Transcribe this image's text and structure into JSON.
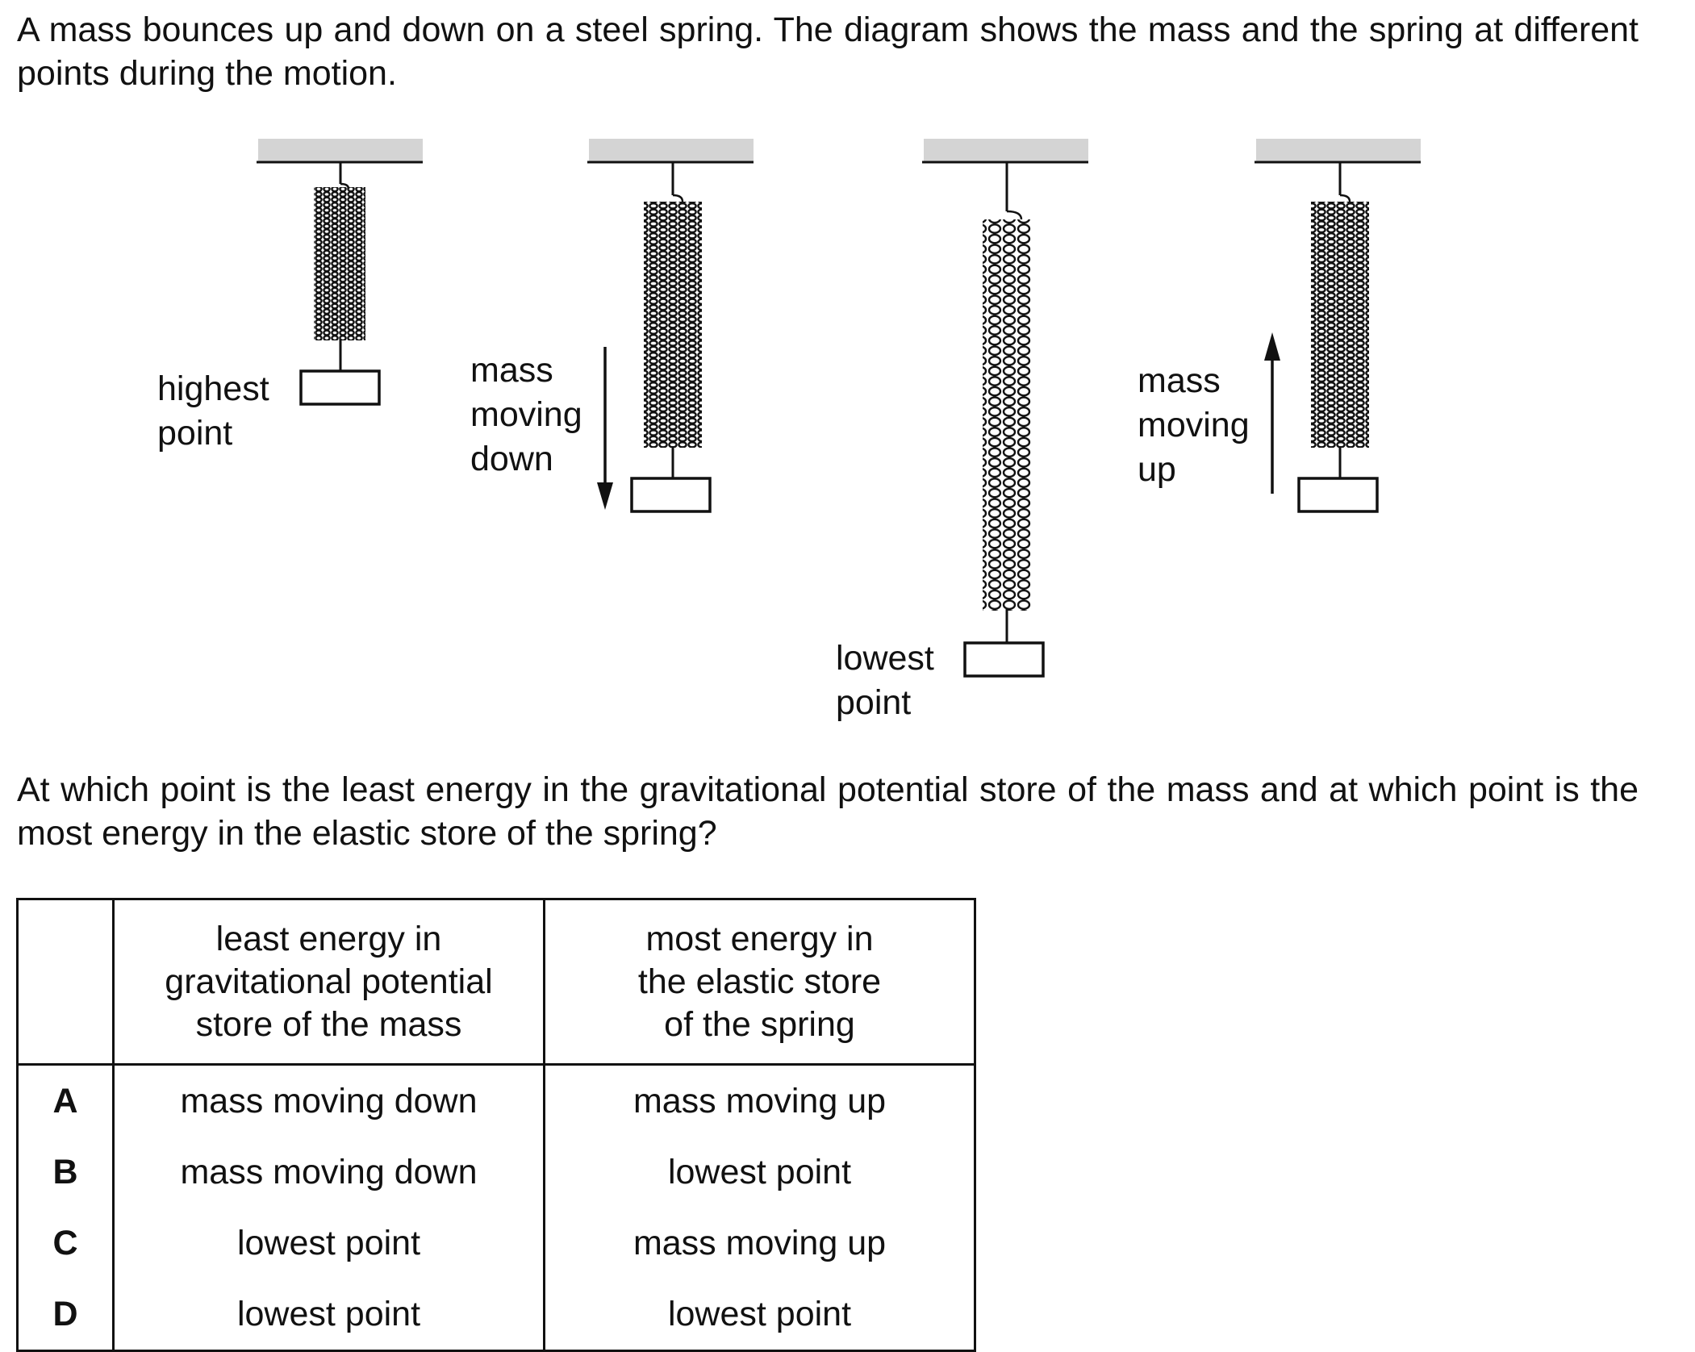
{
  "intro": "A mass bounces up and down on a steel spring. The diagram shows the mass and the spring at different points during the motion.",
  "diagram": {
    "labels": {
      "highest_line1": "highest",
      "highest_line2": "point",
      "down_line1": "mass",
      "down_line2": "moving",
      "down_line3": "down",
      "lowest_line1": "lowest",
      "lowest_line2": "point",
      "up_line1": "mass",
      "up_line2": "moving",
      "up_line3": "up"
    }
  },
  "question": "At which point is the least energy in the gravitational potential store of the mass and at which point is the most energy in the elastic store of the spring?",
  "table": {
    "headers": {
      "least_line1": "least energy in",
      "least_line2": "gravitational potential",
      "least_line3": "store of the mass",
      "most_line1": "most energy in",
      "most_line2": "the elastic store",
      "most_line3": "of the spring"
    },
    "rows": [
      {
        "letter": "A",
        "least": "mass moving down",
        "most": "mass moving up"
      },
      {
        "letter": "B",
        "least": "mass moving down",
        "most": "lowest point"
      },
      {
        "letter": "C",
        "least": "lowest point",
        "most": "mass moving up"
      },
      {
        "letter": "D",
        "least": "lowest point",
        "most": "lowest point"
      }
    ]
  }
}
